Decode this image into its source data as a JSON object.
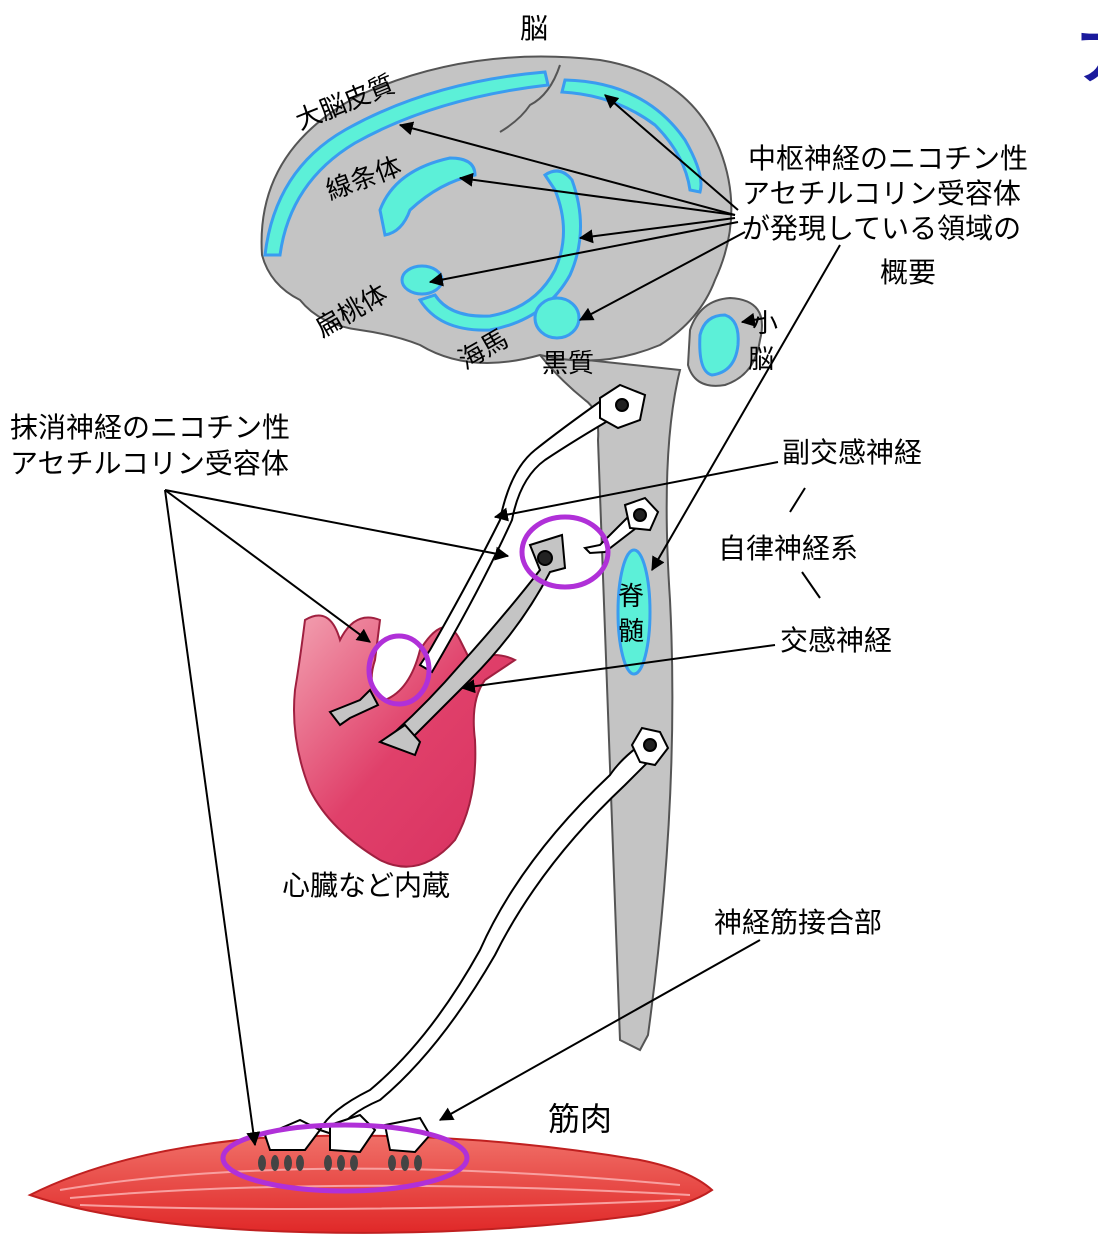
{
  "title_fragment": "ア",
  "labels": {
    "brain": "脳",
    "cortex": "大脳皮質",
    "striatum": "線条体",
    "amygdala": "扁桃体",
    "hippocampus": "海馬",
    "substantia_nigra": "黒質",
    "cerebellum_1": "小",
    "cerebellum_2": "脳",
    "spinal_cord_1": "脊",
    "spinal_cord_2": "髄",
    "central_receptor_line1": "中枢神経のニコチン性",
    "central_receptor_line2": "アセチルコリン受容体",
    "central_receptor_line3": "が発現している領域の",
    "central_receptor_line4": "概要",
    "peripheral_receptor_line1": "抹消神経のニコチン性",
    "peripheral_receptor_line2": "アセチルコリン受容体",
    "parasympathetic": "副交感神経",
    "autonomic": "自律神経系",
    "sympathetic": "交感神経",
    "viscera": "心臓など内蔵",
    "nmj": "神経筋接合部",
    "muscle": "筋肉"
  },
  "colors": {
    "brain_fill": "#c4c4c4",
    "region_fill": "#5cf0d8",
    "region_stroke": "#3a9cf0",
    "heart_fill": "#e0406a",
    "muscle_fill": "#e8403c",
    "highlight_ring": "#b030d8",
    "title": "#1a1a9c"
  }
}
